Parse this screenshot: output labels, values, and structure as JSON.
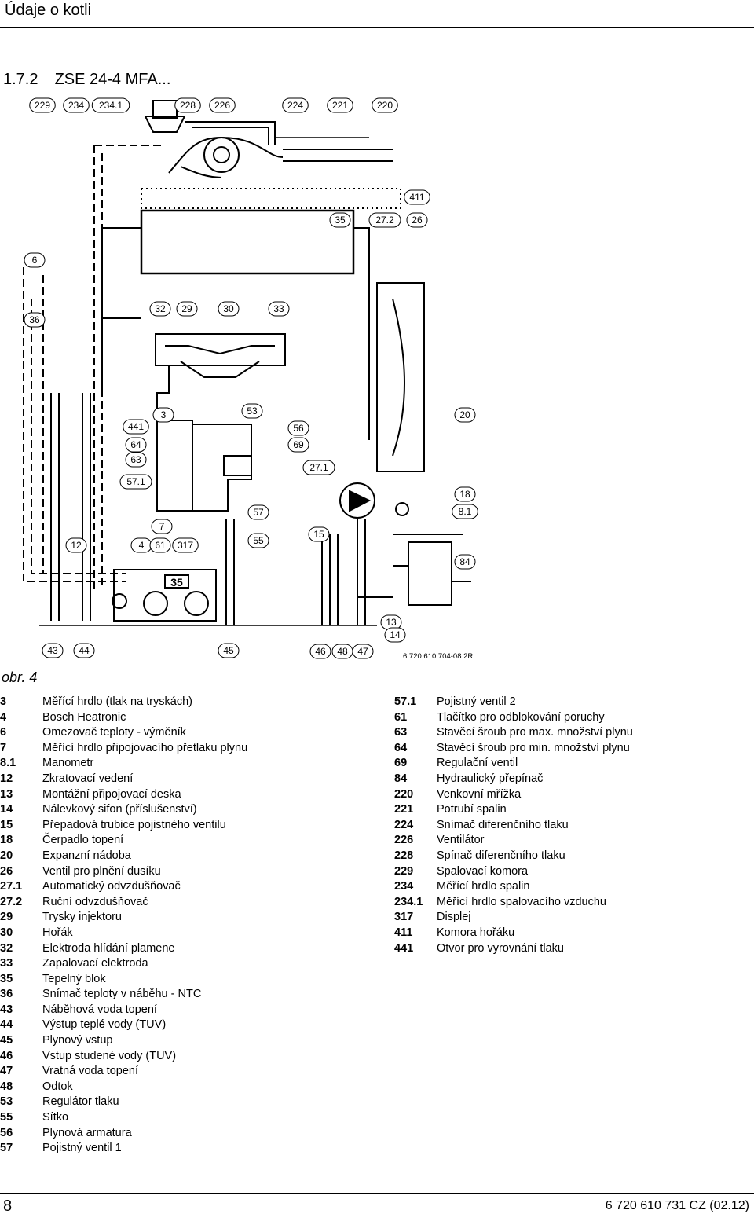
{
  "header": {
    "title": "Údaje o kotli"
  },
  "section": {
    "number": "1.7.2",
    "title": "ZSE 24-4 MFA..."
  },
  "diagram": {
    "code": "6 720 610 704-08.2R",
    "display_value": "35",
    "callouts": {
      "c229": "229",
      "c234": "234",
      "c2341": "234.1",
      "c228": "228",
      "c226": "226",
      "c224": "224",
      "c221": "221",
      "c220": "220",
      "c411": "411",
      "c35": "35",
      "c272": "27.2",
      "c26": "26",
      "c6": "6",
      "c36": "36",
      "c32": "32",
      "c29": "29",
      "c30": "30",
      "c33": "33",
      "c441": "441",
      "c3": "3",
      "c53": "53",
      "c56": "56",
      "c64": "64",
      "c69": "69",
      "c20": "20",
      "c63": "63",
      "c271": "27.1",
      "c571": "57.1",
      "c18": "18",
      "c57": "57",
      "c81": "8.1",
      "c7": "7",
      "c12": "12",
      "c4": "4",
      "c61": "61",
      "c317": "317",
      "c55": "55",
      "c15": "15",
      "c84": "84",
      "c13": "13",
      "c14": "14",
      "c43": "43",
      "c44": "44",
      "c45": "45",
      "c46": "46",
      "c48": "48",
      "c47": "47"
    }
  },
  "caption": "obr. 4",
  "legend_left": [
    {
      "key": "3",
      "text": "Měřící hrdlo (tlak na tryskách)"
    },
    {
      "key": "4",
      "text": "Bosch Heatronic"
    },
    {
      "key": "6",
      "text": "Omezovač teploty - výměník"
    },
    {
      "key": "7",
      "text": "Měřící hrdlo připojovacího přetlaku plynu"
    },
    {
      "key": "8.1",
      "text": "Manometr"
    },
    {
      "key": "12",
      "text": "Zkratovací vedení"
    },
    {
      "key": "13",
      "text": "Montážní připojovací deska"
    },
    {
      "key": "14",
      "text": "Nálevkový sifon (příslušenství)"
    },
    {
      "key": "15",
      "text": "Přepadová trubice pojistného ventilu"
    },
    {
      "key": "18",
      "text": "Čerpadlo topení"
    },
    {
      "key": "20",
      "text": "Expanzní nádoba"
    },
    {
      "key": "26",
      "text": "Ventil pro plnění dusíku"
    },
    {
      "key": "27.1",
      "text": "Automatický odvzdušňovač"
    },
    {
      "key": "27.2",
      "text": "Ruční odvzdušňovač"
    },
    {
      "key": "29",
      "text": "Trysky injektoru"
    },
    {
      "key": "30",
      "text": "Hořák"
    },
    {
      "key": "32",
      "text": "Elektroda hlídání plamene"
    },
    {
      "key": "33",
      "text": "Zapalovací elektroda"
    },
    {
      "key": "35",
      "text": "Tepelný blok"
    },
    {
      "key": "36",
      "text": "Snímač teploty v náběhu - NTC"
    },
    {
      "key": "43",
      "text": "Náběhová voda topení"
    },
    {
      "key": "44",
      "text": "Výstup teplé vody (TUV)"
    },
    {
      "key": "45",
      "text": "Plynový vstup"
    },
    {
      "key": "46",
      "text": "Vstup studené vody (TUV)"
    },
    {
      "key": "47",
      "text": "Vratná voda topení"
    },
    {
      "key": "48",
      "text": "Odtok"
    },
    {
      "key": "53",
      "text": "Regulátor tlaku"
    },
    {
      "key": "55",
      "text": "Sítko"
    },
    {
      "key": "56",
      "text": "Plynová armatura"
    },
    {
      "key": "57",
      "text": "Pojistný ventil 1"
    }
  ],
  "legend_right": [
    {
      "key": "57.1",
      "text": "Pojistný ventil 2"
    },
    {
      "key": "61",
      "text": "Tlačítko pro odblokování poruchy"
    },
    {
      "key": "63",
      "text": "Stavěcí šroub pro max. množství plynu"
    },
    {
      "key": "64",
      "text": "Stavěcí šroub pro min. množství plynu"
    },
    {
      "key": "69",
      "text": "Regulační ventil"
    },
    {
      "key": "84",
      "text": "Hydraulický přepínač"
    },
    {
      "key": "220",
      "text": "Venkovní mřížka"
    },
    {
      "key": "221",
      "text": "Potrubí spalin"
    },
    {
      "key": "224",
      "text": "Snímač diferenčního tlaku"
    },
    {
      "key": "226",
      "text": "Ventilátor"
    },
    {
      "key": "228",
      "text": "Spínač diferenčního tlaku"
    },
    {
      "key": "229",
      "text": "Spalovací komora"
    },
    {
      "key": "234",
      "text": "Měřící hrdlo spalin"
    },
    {
      "key": "234.1",
      "text": "Měřící hrdlo spalovacího vzduchu"
    },
    {
      "key": "317",
      "text": "Displej"
    },
    {
      "key": "411",
      "text": "Komora hořáku"
    },
    {
      "key": "441",
      "text": "Otvor pro vyrovnání tlaku"
    }
  ],
  "footer": {
    "page_number": "8",
    "doc_code": "6 720 610 731 CZ (02.12)"
  }
}
